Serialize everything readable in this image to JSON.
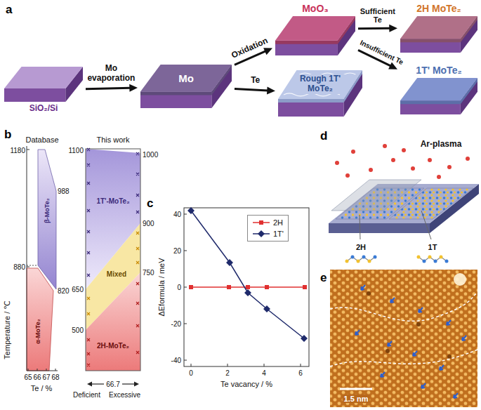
{
  "diagram": {
    "nodes": [
      {
        "text": [
          "SiO₂/Si"
        ]
      },
      {
        "text": [
          "Mo"
        ]
      },
      {
        "text": [
          "MoO₃"
        ]
      },
      {
        "text": [
          "Rough 1T' MoTe₂"
        ]
      },
      {
        "text": [
          "2H MoTe₂"
        ]
      },
      {
        "text": [
          "1T' MoTe₂"
        ]
      }
    ],
    "edges": [
      {
        "from": 0,
        "to": 1,
        "arrow": "to",
        "label": "Mo evaporation"
      },
      {
        "from": 1,
        "to": 2,
        "arrow": "to",
        "label": "Oxidation"
      },
      {
        "from": 1,
        "to": 3,
        "arrow": "to",
        "label": "Te"
      },
      {
        "from": 2,
        "to": 4,
        "arrow": "to",
        "label": "Sufficient Te"
      },
      {
        "from": 2,
        "to": 5,
        "arrow": "to",
        "label": "Insufficient Te"
      }
    ],
    "labels": [
      "a",
      "b",
      "c",
      "d",
      "e",
      "Database",
      "This work",
      "1180",
      "880",
      "988",
      "820",
      "1100",
      "1000",
      "900",
      "750",
      "650",
      "500",
      "β-MoTe₂",
      "α-MoTe₂",
      "1T'-MoTe₂",
      "Mixed",
      "2H-MoTe₂",
      "Temperature / ℃",
      "65",
      "66",
      "67",
      "68",
      "Te / %",
      "66.7",
      "Deficient",
      "Excessive",
      "40",
      "20",
      "0",
      "-20",
      "-40",
      "0",
      "2",
      "4",
      "6",
      "ΔEformula / meV",
      "Te vacancy / %",
      "Ar-plasma",
      "2H",
      "1T",
      "1.5 nm"
    ],
    "legend": [
      {
        "text": "2H"
      },
      {
        "text": "1T'"
      }
    ]
  }
}
